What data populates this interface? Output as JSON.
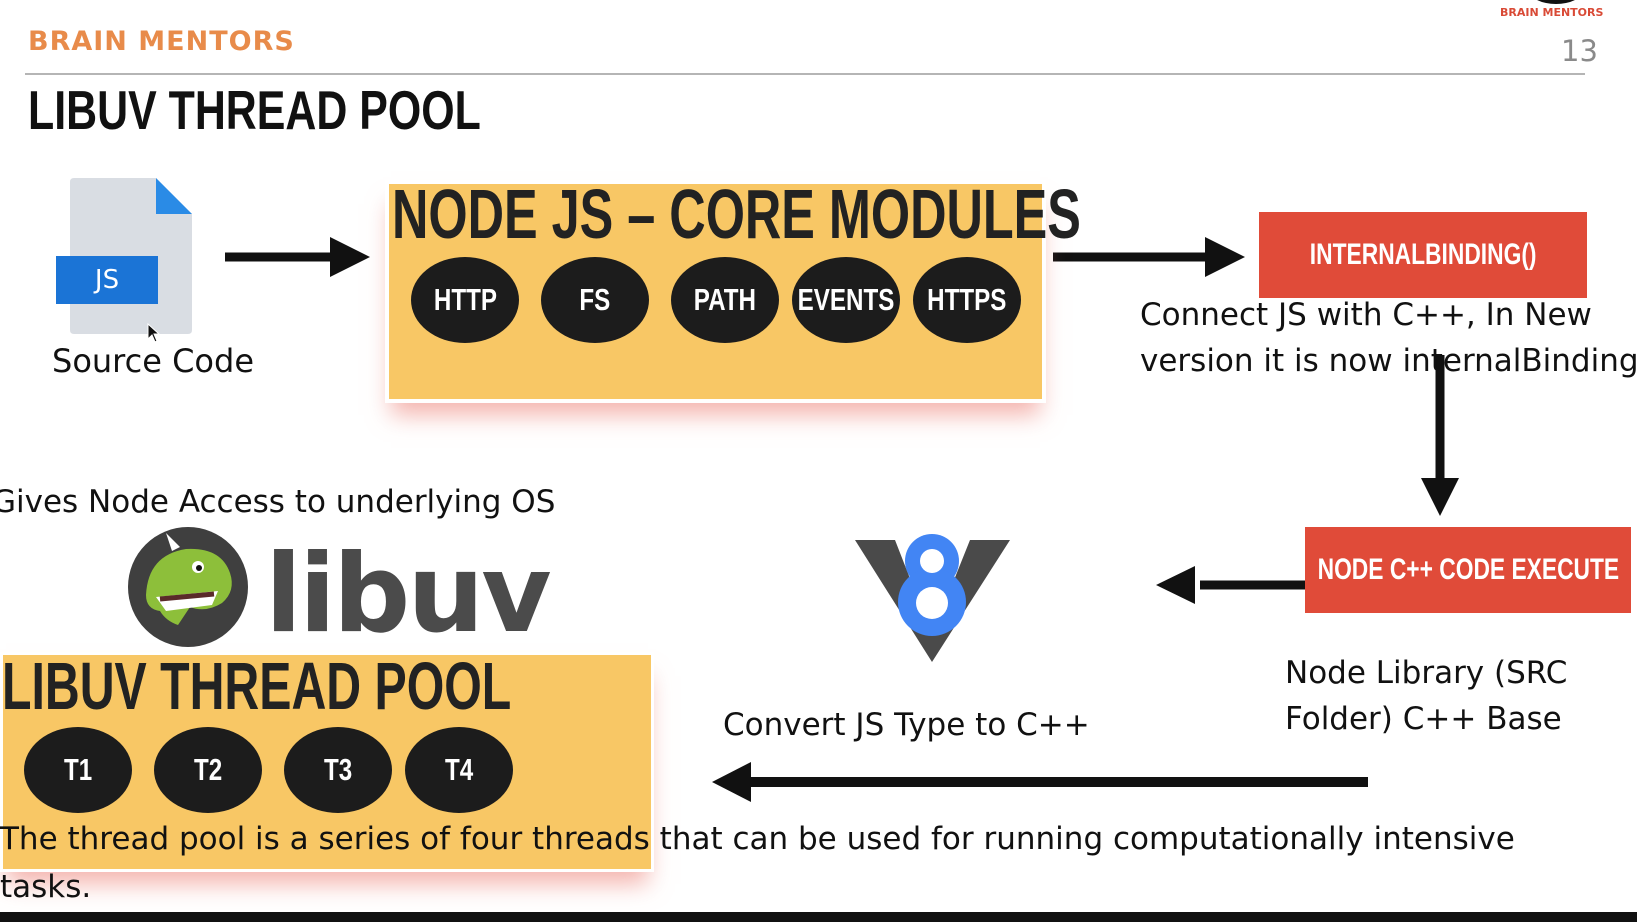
{
  "header": {
    "brand": "BRAIN MENTORS",
    "slide_number": "13",
    "corner_logo": "BRAIN MENTORS",
    "title": "LIBUV THREAD POOL"
  },
  "source": {
    "file_badge": "JS",
    "label": "Source Code"
  },
  "core_modules": {
    "title": "NODE JS – CORE MODULES",
    "modules": [
      "HTTP",
      "FS",
      "PATH",
      "EVENTS",
      "HTTPS"
    ]
  },
  "internal_binding": {
    "label": "INTERNALBINDING()",
    "description_line1": "Connect JS with C++, In New",
    "description_line2": "version it is now internalBinding"
  },
  "cpp_execute": {
    "label": "NODE C++ CODE EXECUTE",
    "description_line1": "Node Library (SRC",
    "description_line2": "Folder) C++ Base"
  },
  "v8": {
    "logo_text": "8",
    "caption": "Convert JS Type to C++"
  },
  "libuv": {
    "caption": "Gives Node Access to underlying OS",
    "wordmark": "libuv"
  },
  "thread_pool": {
    "title": "LIBUV THREAD POOL",
    "threads": [
      "T1",
      "T2",
      "T3",
      "T4"
    ],
    "description": "The thread pool is a series of four threads that can be used for running computationally intensive tasks."
  },
  "colors": {
    "brand_orange": "#e88b4a",
    "panel_yellow": "#f8c765",
    "accent_red": "#e04b39",
    "v8_blue": "#4285f4",
    "libuv_green": "#8dbf3a"
  }
}
